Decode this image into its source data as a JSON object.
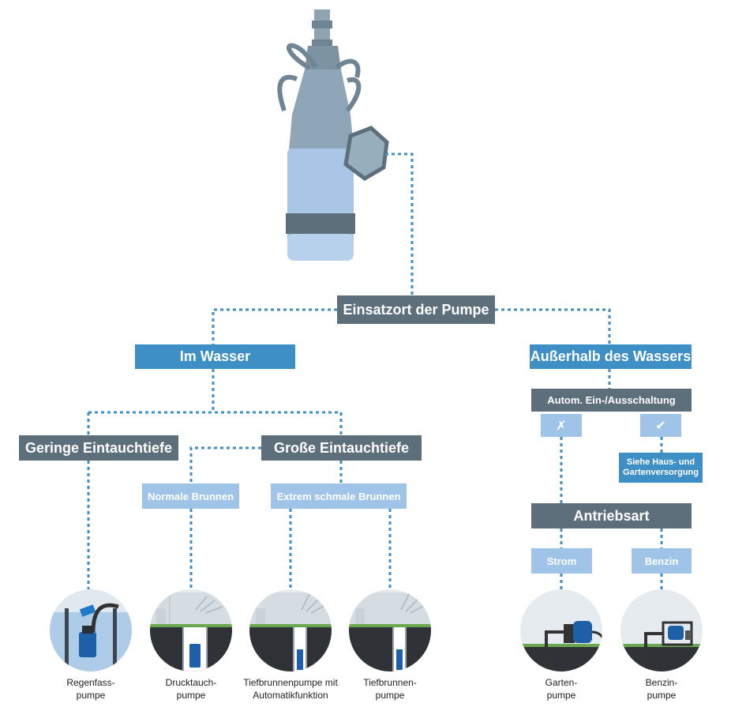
{
  "root": {
    "label": "Einsatzort der Pumpe"
  },
  "left_branch": {
    "label": "Im Wasser",
    "shallow": {
      "label": "Geringe Eintauchtiefe"
    },
    "deep": {
      "label": "Große Eintauchtiefe"
    },
    "normal_wells": {
      "label": "Normale Brunnen"
    },
    "narrow_wells": {
      "label": "Extrem schmale Brunnen"
    }
  },
  "right_branch": {
    "label": "Außerhalb des Wassers",
    "auto_switch": {
      "label": "Autom. Ein-/Ausschaltung"
    },
    "no": {
      "label": "✗"
    },
    "yes": {
      "label": "✔"
    },
    "see_also": {
      "line1": "Siehe Haus- und",
      "line2": "Gartenversorgung"
    },
    "drive": {
      "label": "Antriebsart"
    },
    "electric": {
      "label": "Strom"
    },
    "petrol": {
      "label": "Benzin"
    }
  },
  "products": [
    {
      "line1": "Regenfass-",
      "line2": "pumpe"
    },
    {
      "line1": "Drucktauch-",
      "line2": "pumpe"
    },
    {
      "line1": "Tiefbrunnenpumpe mit",
      "line2": "Automatikfunktion"
    },
    {
      "line1": "Tiefbrunnen-",
      "line2": "pumpe"
    },
    {
      "line1": "Garten-",
      "line2": "pumpe"
    },
    {
      "line1": "Benzin-",
      "line2": "pumpe"
    }
  ],
  "colors": {
    "dark_box": "#5d6f7b",
    "blue_box": "#3f8fc7",
    "light_box": "#9fc4e7",
    "connector": "#3f8fc7"
  }
}
